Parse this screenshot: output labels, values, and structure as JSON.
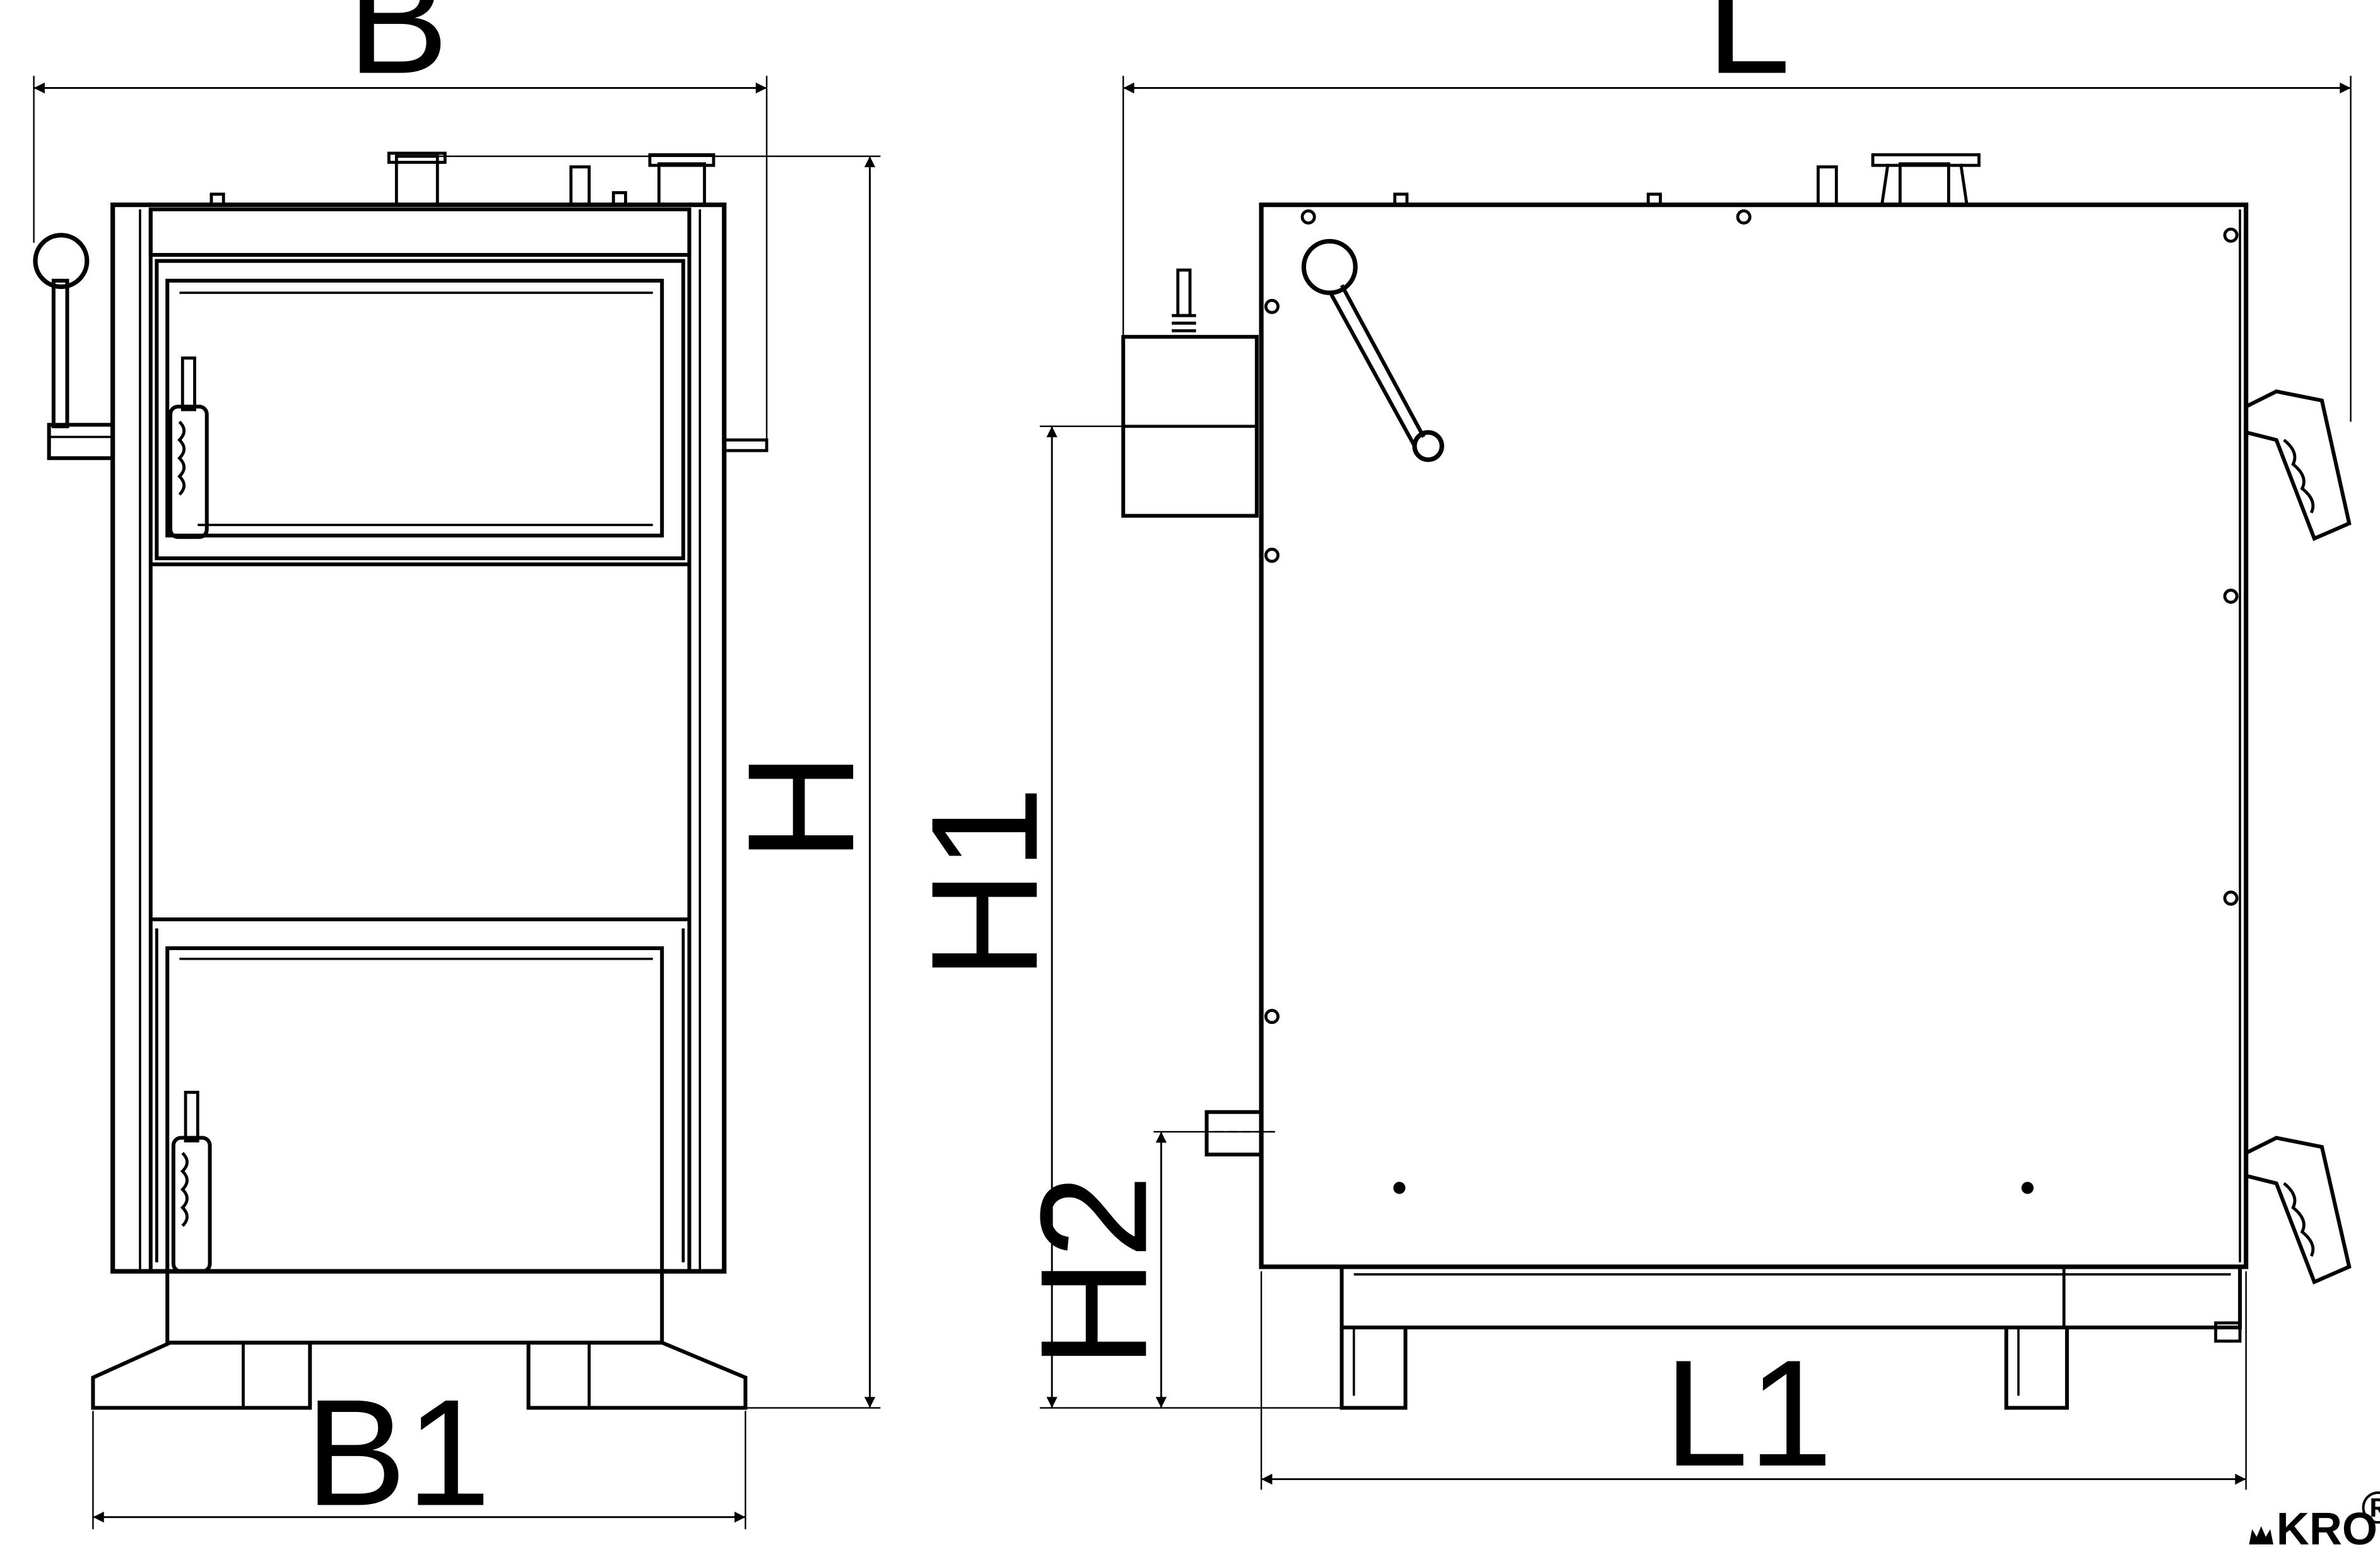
{
  "front_view": {
    "width_label": "B",
    "base_width_label": "B1",
    "height_label": "H"
  },
  "side_view": {
    "length_label": "L",
    "base_length_label": "L1",
    "flue_height_label": "H1",
    "inlet_height_label": "H2"
  },
  "brand": {
    "logo_text": "KRONAS",
    "mark_symbol": "®"
  }
}
